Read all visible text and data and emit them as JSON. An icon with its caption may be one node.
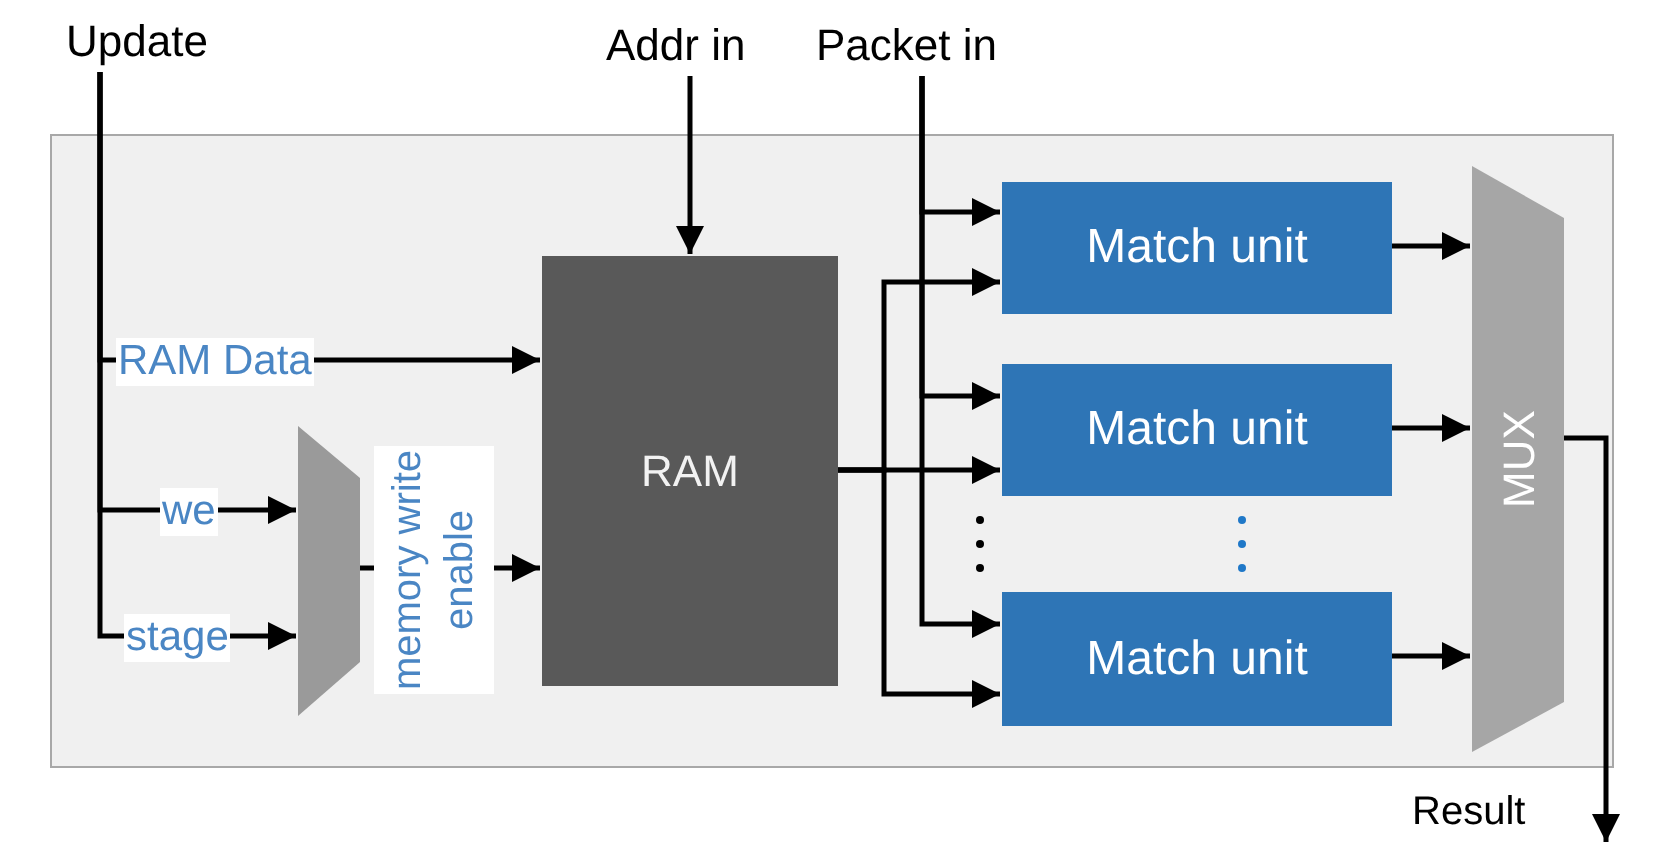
{
  "diagram": {
    "nodes": [
      {
        "text": [],
        "shape": "box"
      },
      {
        "text": [
          "Update"
        ]
      },
      {
        "text": [
          "Addr in"
        ]
      },
      {
        "text": [
          "Packet in"
        ]
      },
      {
        "text": [],
        "shape": "trapezoid",
        "in": 0
      },
      {
        "text": [
          "RAM"
        ],
        "in": 0
      },
      {
        "text": [
          "Match unit"
        ],
        "in": 0
      },
      {
        "text": [
          "Match unit"
        ],
        "in": 0
      },
      {
        "text": [
          "Match unit"
        ],
        "in": 0
      },
      {
        "text": [
          "MUX"
        ],
        "in": 0
      }
    ],
    "edges": [
      {
        "from": 1,
        "to": 5,
        "arrow": "to",
        "label": "RAM Data"
      },
      {
        "from": 1,
        "to": 4,
        "arrow": "to",
        "label": "we"
      },
      {
        "from": 1,
        "to": 4,
        "arrow": "to",
        "label": "stage"
      },
      {
        "from": 4,
        "to": 5,
        "arrow": "to",
        "label": "memory write enable"
      },
      {
        "from": 2,
        "to": 5,
        "arrow": "to"
      },
      {
        "from": 3,
        "to": 6,
        "arrow": "to"
      },
      {
        "from": 3,
        "to": 7,
        "arrow": "to"
      },
      {
        "from": 3,
        "to": 8,
        "arrow": "to"
      },
      {
        "from": 5,
        "to": 6,
        "arrow": "to"
      },
      {
        "from": 5,
        "to": 7,
        "arrow": "to"
      },
      {
        "from": 5,
        "to": 8,
        "arrow": "to"
      },
      {
        "from": 6,
        "to": 9,
        "arrow": "to"
      },
      {
        "from": 7,
        "to": 9,
        "arrow": "to"
      },
      {
        "from": 8,
        "to": 9,
        "arrow": "to"
      },
      {
        "from": 9,
        "to": null,
        "arrow": "to"
      }
    ],
    "labels": [
      "Result"
    ]
  }
}
